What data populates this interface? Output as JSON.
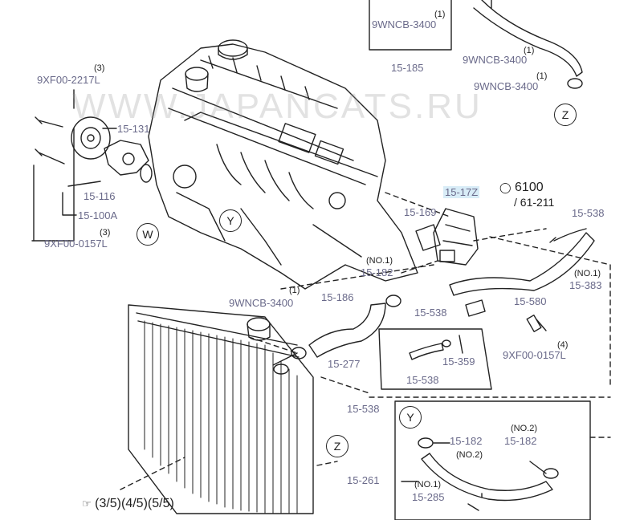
{
  "watermark": "WWW.JAPANCATS.RU",
  "callouts": {
    "w": "W",
    "y": "Y",
    "z": "Z",
    "y_detail": "Y",
    "z_detail": "Z"
  },
  "figure_ref": {
    "code": "6100",
    "sub": "/ 61-211"
  },
  "applicability": "(3/5)(4/5)(5/5)",
  "parts": [
    {
      "id": "p1",
      "label": "9WNCB-3400",
      "qty": "(1)"
    },
    {
      "id": "p2",
      "label": "15-185"
    },
    {
      "id": "p3",
      "label": "9WNCB-3400",
      "qty": "(1)"
    },
    {
      "id": "p4",
      "label": "9WNCB-3400",
      "qty": "(1)"
    },
    {
      "id": "p5",
      "label": "9XF00-2217L",
      "qty": "(3)"
    },
    {
      "id": "p6",
      "label": "15-131"
    },
    {
      "id": "p7",
      "label": "15-116"
    },
    {
      "id": "p8",
      "label": "15-100A"
    },
    {
      "id": "p9",
      "label": "9XF00-0157L",
      "qty": "(3)"
    },
    {
      "id": "p10",
      "label": "15-17Z"
    },
    {
      "id": "p11",
      "label": "15-169"
    },
    {
      "id": "p12",
      "label": "15-538"
    },
    {
      "id": "p13",
      "label": "15-182",
      "qty": "(NO.1)"
    },
    {
      "id": "p14",
      "label": "15-383",
      "qty": "(NO.1)"
    },
    {
      "id": "p15",
      "label": "9WNCB-3400",
      "qty": "(1)"
    },
    {
      "id": "p16",
      "label": "15-186"
    },
    {
      "id": "p17",
      "label": "15-538"
    },
    {
      "id": "p18",
      "label": "15-580"
    },
    {
      "id": "p19",
      "label": "9XF00-0157L",
      "qty": "(4)"
    },
    {
      "id": "p20",
      "label": "15-277"
    },
    {
      "id": "p21",
      "label": "15-359"
    },
    {
      "id": "p22",
      "label": "15-538"
    },
    {
      "id": "p23",
      "label": "15-538"
    },
    {
      "id": "p24",
      "label": "15-182"
    },
    {
      "id": "p25",
      "label": "15-182",
      "qty": "(NO.2)"
    },
    {
      "id": "p26",
      "label": "(NO.2)"
    },
    {
      "id": "p27",
      "label": "15-261"
    },
    {
      "id": "p28",
      "label": "15-285",
      "qty": "(NO.1)"
    }
  ]
}
